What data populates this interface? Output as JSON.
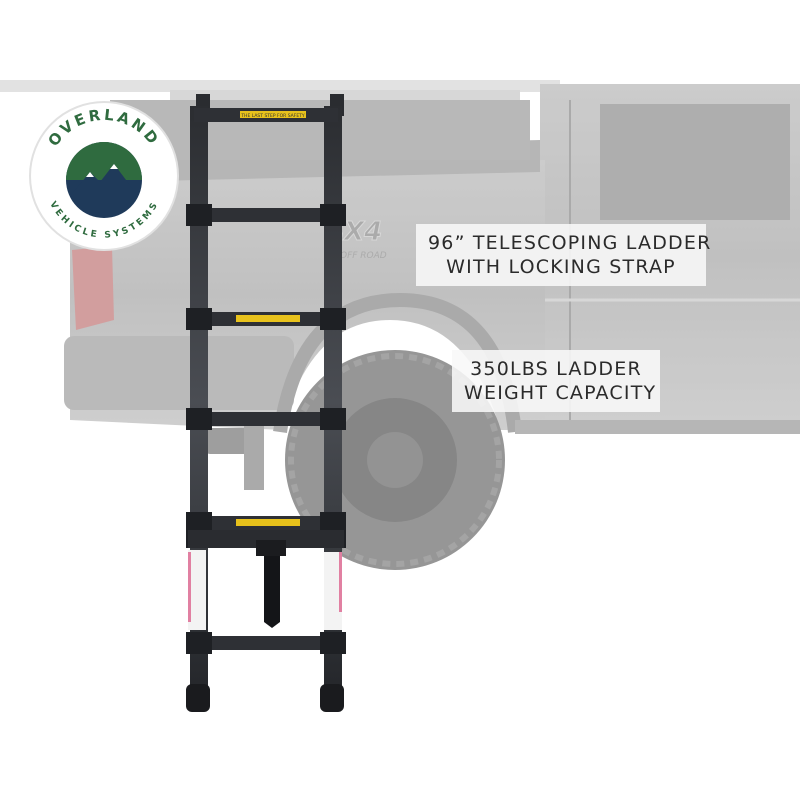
{
  "brand": {
    "name_top": "OVERLAND",
    "name_bottom": "VEHICLE SYSTEMS",
    "colors": {
      "green": "#2f6b3f",
      "navy": "#1f3a5a",
      "ring": "#2f6b3f"
    }
  },
  "captions": [
    {
      "lines": [
        "96” TELESCOPING LADDER",
        "WITH LOCKING STRAP"
      ]
    },
    {
      "lines": [
        "350LBS LADDER",
        "WEIGHT CAPACITY"
      ]
    }
  ],
  "truck": {
    "badge": "4X4",
    "badge_sub": "OFF ROAD"
  },
  "ladder": {
    "warning_label": "THE LAST STEP FOR SAFETY"
  }
}
